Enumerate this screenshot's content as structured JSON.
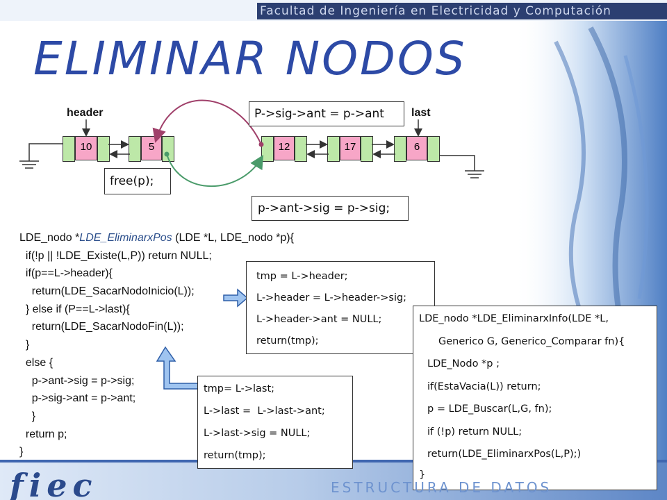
{
  "faculty": "Facultad de Ingeniería en Electricidad y Computación",
  "title": "ELIMINAR NODOS",
  "list_labels": {
    "header": "header",
    "last": "last"
  },
  "nodes": [
    "10",
    "5",
    "12",
    "17",
    "6"
  ],
  "callouts": {
    "sig_ant": "P->sig->ant = p->ant",
    "free": "free(p);",
    "ant_sig": "p->ant->sig = p->sig;"
  },
  "code_lines": [
    "LDE_nodo *",
    "LDE_EliminarxPos",
    " (LDE *L, LDE_nodo *p){",
    "  if(!p || !LDE_Existe(L,P)) return NULL;",
    "  if(p==L->header){",
    "    return(LDE_SacarNodoInicio(L));",
    "  } else if (P==L->last){",
    "    return(LDE_SacarNodoFin(L));",
    "  }",
    "  else {",
    "    p->ant->sig = p->sig;",
    "    p->sig->ant = p->ant;",
    "    }",
    "  return p;",
    "}"
  ],
  "header_box": [
    "tmp = L->header;",
    "L->header = L->header->sig;",
    "L->header->ant = NULL;",
    "return(tmp);"
  ],
  "last_box": [
    "tmp= L->last;",
    "L->last =  L->last->ant;",
    "L->last->sig = NULL;",
    "return(tmp);"
  ],
  "info_box": [
    "LDE_nodo *LDE_EliminarxInfo(LDE *L,",
    "Generico G, Generico_Comparar fn){",
    "LDE_Nodo *p ;",
    "if(EstaVacia(L)) return;",
    "p = LDE_Buscar(L,G, fn);",
    "if (!p) return NULL;",
    "return(LDE_EliminarxPos(L,P);)",
    "}"
  ],
  "logo": "fiec",
  "footer": "ESTRUCTURA DE DATOS",
  "colors": {
    "title": "#2d4aa6",
    "node_data": "#f7a6c7",
    "node_link": "#bde8a8",
    "faculty_bar": "#2c3f71"
  }
}
